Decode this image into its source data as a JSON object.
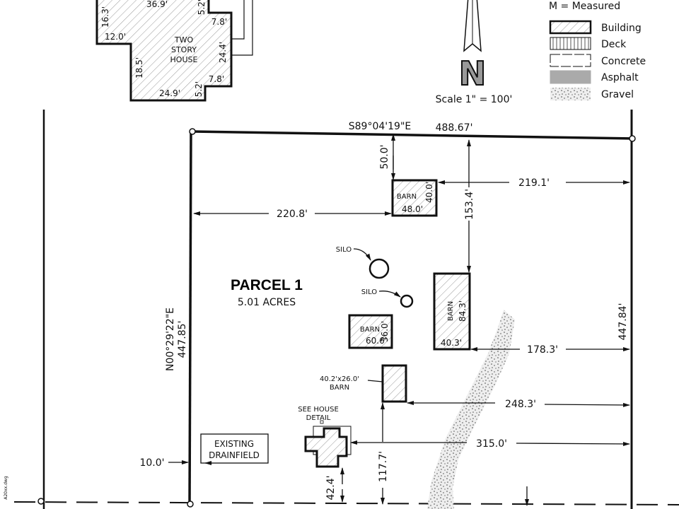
{
  "house_detail": {
    "label": [
      "TWO",
      "STORY",
      "HOUSE"
    ],
    "dims": [
      "36.9'",
      "16.3'",
      "12.0'",
      "5.2'",
      "7.8'",
      "24.4'",
      "18.5'",
      "7.8'",
      "5.2'",
      "24.9'"
    ]
  },
  "north": {
    "letter": "N",
    "scale": "Scale 1\" = 100'"
  },
  "legend": {
    "measured": "M = Measured",
    "items": [
      "Building",
      "Deck",
      "Concrete",
      "Asphalt",
      "Gravel"
    ]
  },
  "parcel": {
    "title": "PARCEL 1",
    "area": "5.01 ACRES",
    "north_bearing": "S89°04'19\"E",
    "north_length": "488.67'",
    "west_bearing": "N00°29'22\"E",
    "west_length": "447.85'",
    "east_length": "447.84'"
  },
  "buildings": {
    "barn1": {
      "label": "BARN",
      "w": "48.0'",
      "h": "40.0'"
    },
    "barn2": {
      "label": "BARN",
      "w": "40.3'",
      "h": "84.3'"
    },
    "barn3": {
      "label": "BARN",
      "w": "60.6'",
      "h": "36.0'"
    },
    "barn4": {
      "label": "BARN",
      "size": "40.2'x26.0'"
    },
    "silo1": "SILO",
    "silo2": "SILO",
    "house_note": [
      "SEE HOUSE",
      "DETAIL"
    ],
    "drainfield": [
      "EXISTING",
      "DRAINFIELD"
    ]
  },
  "dimensions": {
    "d50": "50.0'",
    "d219": "219.1'",
    "d220": "220.8'",
    "d153": "153.4'",
    "d178": "178.3'",
    "d248": "248.3'",
    "d315": "315.0'",
    "d117": "117.7'",
    "d42": "42.4'",
    "d10": "10.0'"
  },
  "file_stamp": "A20xx.dwg"
}
